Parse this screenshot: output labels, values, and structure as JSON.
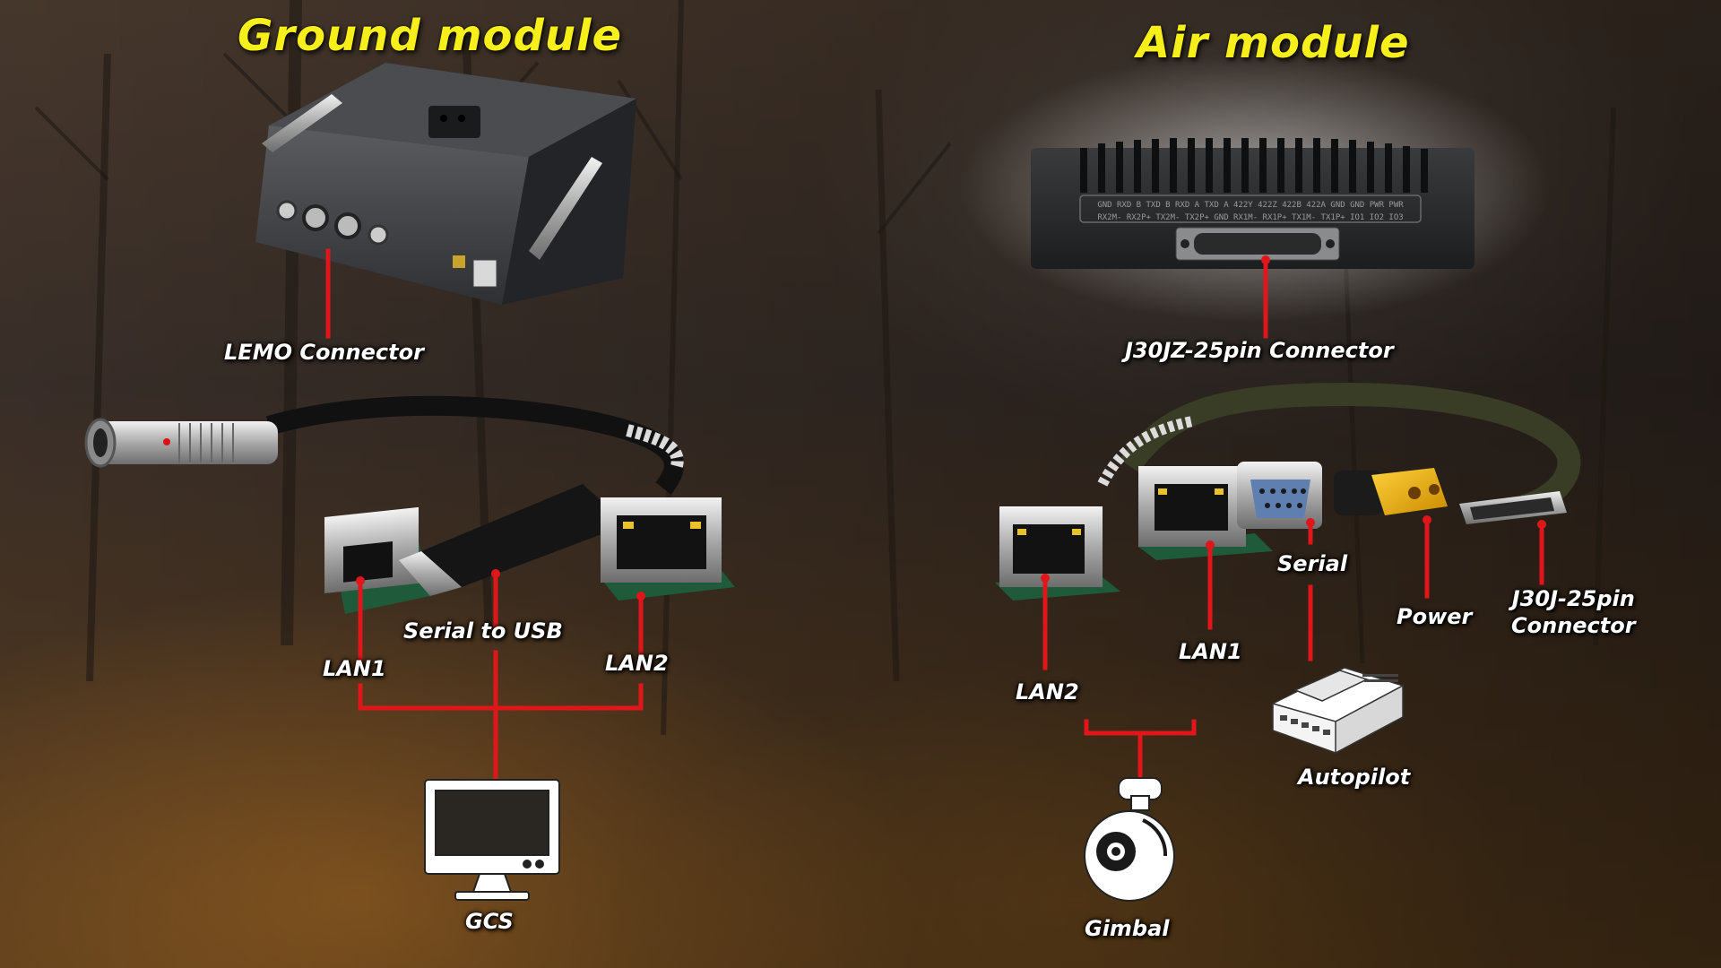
{
  "titles": {
    "ground": "Ground module",
    "air": "Air module"
  },
  "labels": {
    "lemo_connector": "LEMO Connector",
    "j30jz_connector": "J30JZ-25pin Connector",
    "serial_to_usb": "Serial to USB",
    "ground_lan1": "LAN1",
    "ground_lan2": "LAN2",
    "gcs": "GCS",
    "air_serial": "Serial",
    "air_power": "Power",
    "j30j_connector_line1": "J30J-25pin",
    "j30j_connector_line2": "Connector",
    "air_lan1": "LAN1",
    "air_lan2": "LAN2",
    "autopilot": "Autopilot",
    "gimbal": "Gimbal"
  },
  "pinout": {
    "row1": "GND RXD B TXD B RXD A TXD A 422Y 422Z 422B 422A GND GND PWR PWR",
    "row2": "RX2M- RX2P+ TX2M- TX2P+ GND RX1M- RX1P+ TX1M- TX1P+ IO1 IO2 IO3"
  },
  "colors": {
    "title": "#f6ef1a",
    "label": "#ffffff",
    "connector_line": "#e0161b"
  },
  "icons": [
    "monitor-icon",
    "gimbal-icon",
    "autopilot-icon",
    "lemo-plug-icon",
    "rj45-jack-icon",
    "db9-serial-icon",
    "xt60-power-icon",
    "usb-plug-icon"
  ]
}
